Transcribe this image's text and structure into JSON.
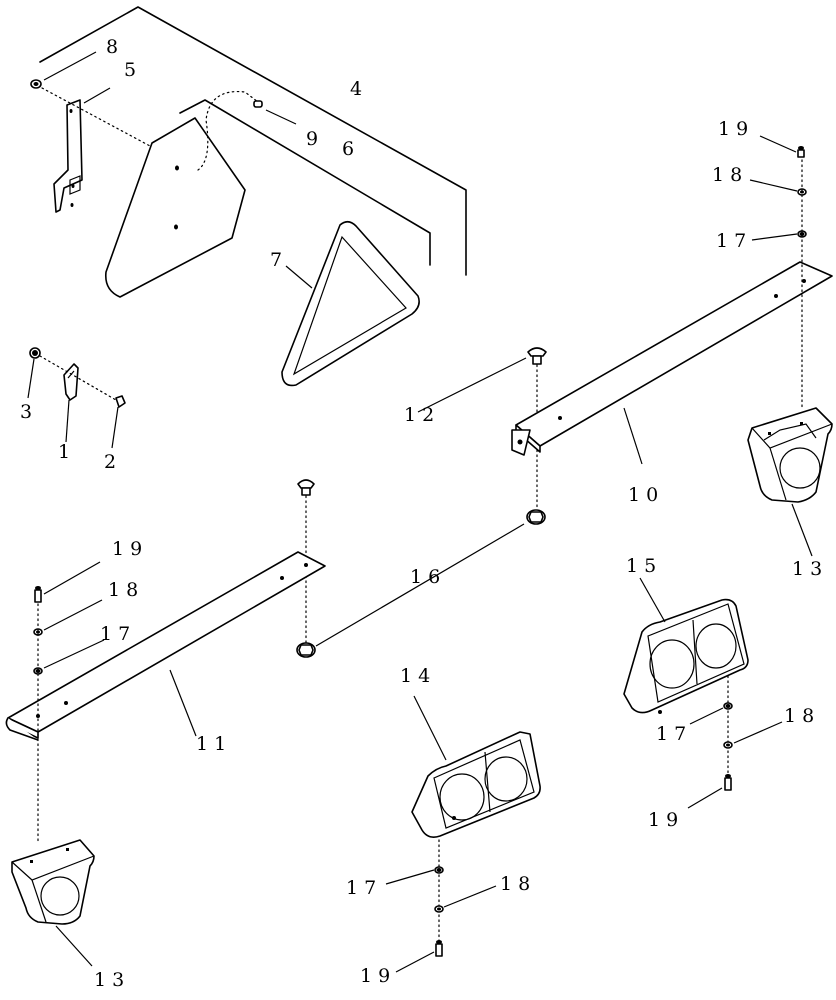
{
  "callouts": {
    "c1": "1",
    "c2": "2",
    "c3": "3",
    "c4": "4",
    "c5": "5",
    "c6": "6",
    "c7": "7",
    "c8": "8",
    "c9": "9",
    "c10": "10",
    "c11": "11",
    "c12": "12",
    "c13a": "13",
    "c13b": "13",
    "c14": "14",
    "c15": "15",
    "c16": "16",
    "c17a": "17",
    "c17b": "17",
    "c17c": "17",
    "c17d": "17",
    "c18a": "18",
    "c18b": "18",
    "c18c": "18",
    "c18d": "18",
    "c19a": "19",
    "c19b": "19",
    "c19c": "19",
    "c19d": "19"
  }
}
